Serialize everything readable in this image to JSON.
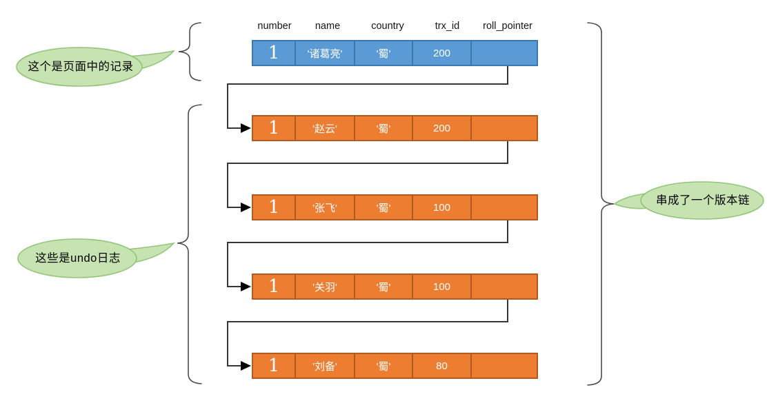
{
  "columns": [
    "number",
    "name",
    "country",
    "trx_id",
    "roll_pointer"
  ],
  "rows": [
    {
      "kind": "page-record",
      "cells": [
        "1",
        "'诸葛亮'",
        "'蜀'",
        "200"
      ]
    },
    {
      "kind": "undo-log",
      "cells": [
        "1",
        "'赵云'",
        "'蜀'",
        "200"
      ]
    },
    {
      "kind": "undo-log",
      "cells": [
        "1",
        "'张飞'",
        "'蜀'",
        "100"
      ]
    },
    {
      "kind": "undo-log",
      "cells": [
        "1",
        "'关羽'",
        "'蜀'",
        "100"
      ]
    },
    {
      "kind": "undo-log",
      "cells": [
        "1",
        "'刘备'",
        "'蜀'",
        "80"
      ]
    }
  ],
  "callouts": {
    "page_record": "这个是页面中的记录",
    "undo_logs": "这些是undo日志",
    "version_chain": "串成了一个版本链"
  },
  "colors": {
    "page_row_fill": "#5B9BD5",
    "page_row_border": "#3D76AE",
    "undo_row_fill": "#ED7D31",
    "undo_row_border": "#AE5A21",
    "callout_fill": "#C8E3B2",
    "callout_stroke": "#92C47A",
    "connector_line": "#363636",
    "pointer_dot": "#000000"
  }
}
